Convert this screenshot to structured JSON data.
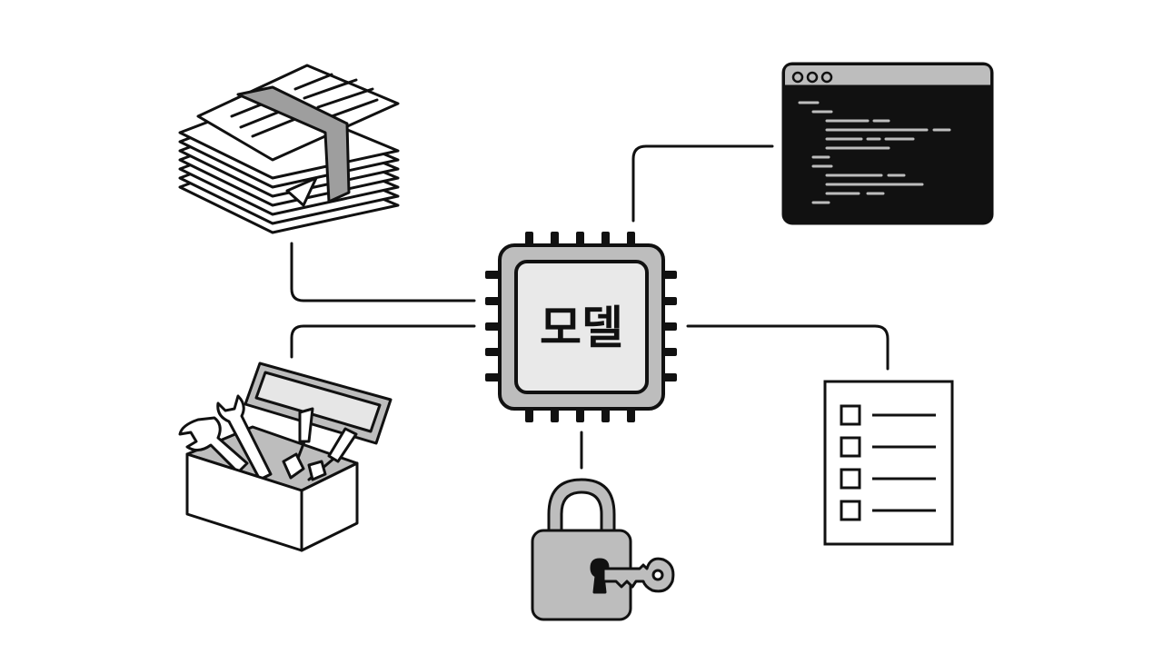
{
  "center": {
    "label": "모델",
    "icon": "chip-icon"
  },
  "nodes": [
    {
      "id": "documents",
      "icon": "document-stack-icon"
    },
    {
      "id": "terminal",
      "icon": "code-window-icon"
    },
    {
      "id": "toolbox",
      "icon": "toolbox-icon"
    },
    {
      "id": "checklist",
      "icon": "checklist-icon"
    },
    {
      "id": "security",
      "icon": "padlock-key-icon"
    }
  ],
  "colors": {
    "ink": "#111111",
    "fill_gray": "#bdbdbd",
    "light_gray": "#e6e6e6",
    "background": "#ffffff"
  }
}
